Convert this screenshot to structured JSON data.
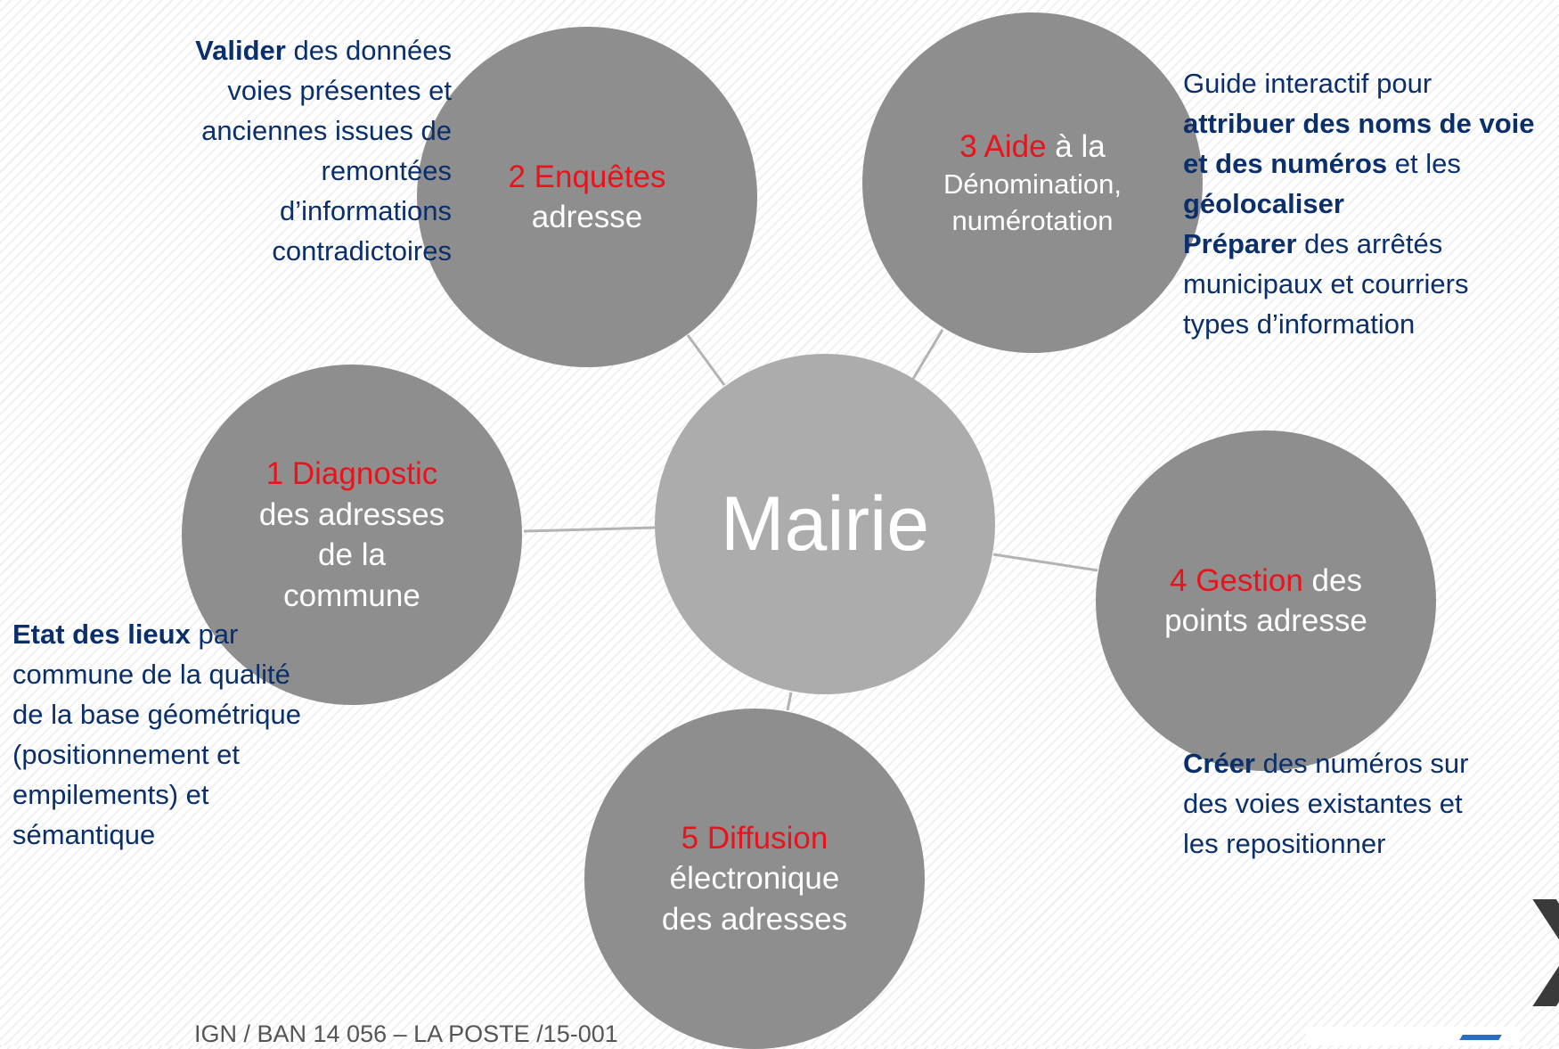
{
  "center": {
    "label": "Mairie"
  },
  "nodes": [
    {
      "id": "1",
      "number_label": "1 Diagnostic",
      "rest_lines": [
        "des adresses",
        "de la",
        "commune"
      ]
    },
    {
      "id": "2",
      "number_label": "2 Enquêtes",
      "rest_lines": [
        "adresse"
      ]
    },
    {
      "id": "3",
      "number_label": "3 Aide",
      "inline_rest": " à la",
      "rest_lines": [
        "Dénomination,",
        "numérotation"
      ]
    },
    {
      "id": "4",
      "number_label": "4 Gestion",
      "inline_rest": " des",
      "rest_lines": [
        "points adresse"
      ]
    },
    {
      "id": "5",
      "number_label": "5 Diffusion",
      "rest_lines": [
        "électronique",
        "des adresses"
      ]
    }
  ],
  "descriptions": {
    "d1": {
      "bold": "Etat des lieux",
      "first_rest": " par",
      "lines": [
        "commune de la qualité",
        "de la base géométrique",
        "(positionnement et",
        "empilements) et",
        "sémantique"
      ]
    },
    "d2": {
      "bold": "Valider",
      "first_rest": " des données",
      "lines": [
        "voies présentes  et",
        "anciennes issues de",
        "remontées",
        "d’informations",
        "contradictoires"
      ]
    },
    "d3": {
      "line1": "Guide interactif pour",
      "bold_a": "attribuer des noms de voie",
      "bold_b": "et des numéros",
      "bold_b_rest": " et les",
      "bold_c": "géolocaliser",
      "bold_d": "Préparer",
      "bold_d_rest": " des arrêtés",
      "lines": [
        "municipaux et courriers",
        "types d’information"
      ]
    },
    "d4": {
      "bold": "Créer",
      "first_rest": " des numéros sur",
      "lines": [
        "des voies existantes et",
        "les repositionner"
      ]
    }
  },
  "footer": {
    "text": "IGN  / BAN  14  056 – LA POSTE /15-001"
  },
  "nav": {
    "next_glyph": "❯"
  },
  "colors": {
    "accent": "#e8141c",
    "text_blue": "#0a2f6b",
    "circle": "#8e8e8e",
    "center": "#acacac"
  }
}
